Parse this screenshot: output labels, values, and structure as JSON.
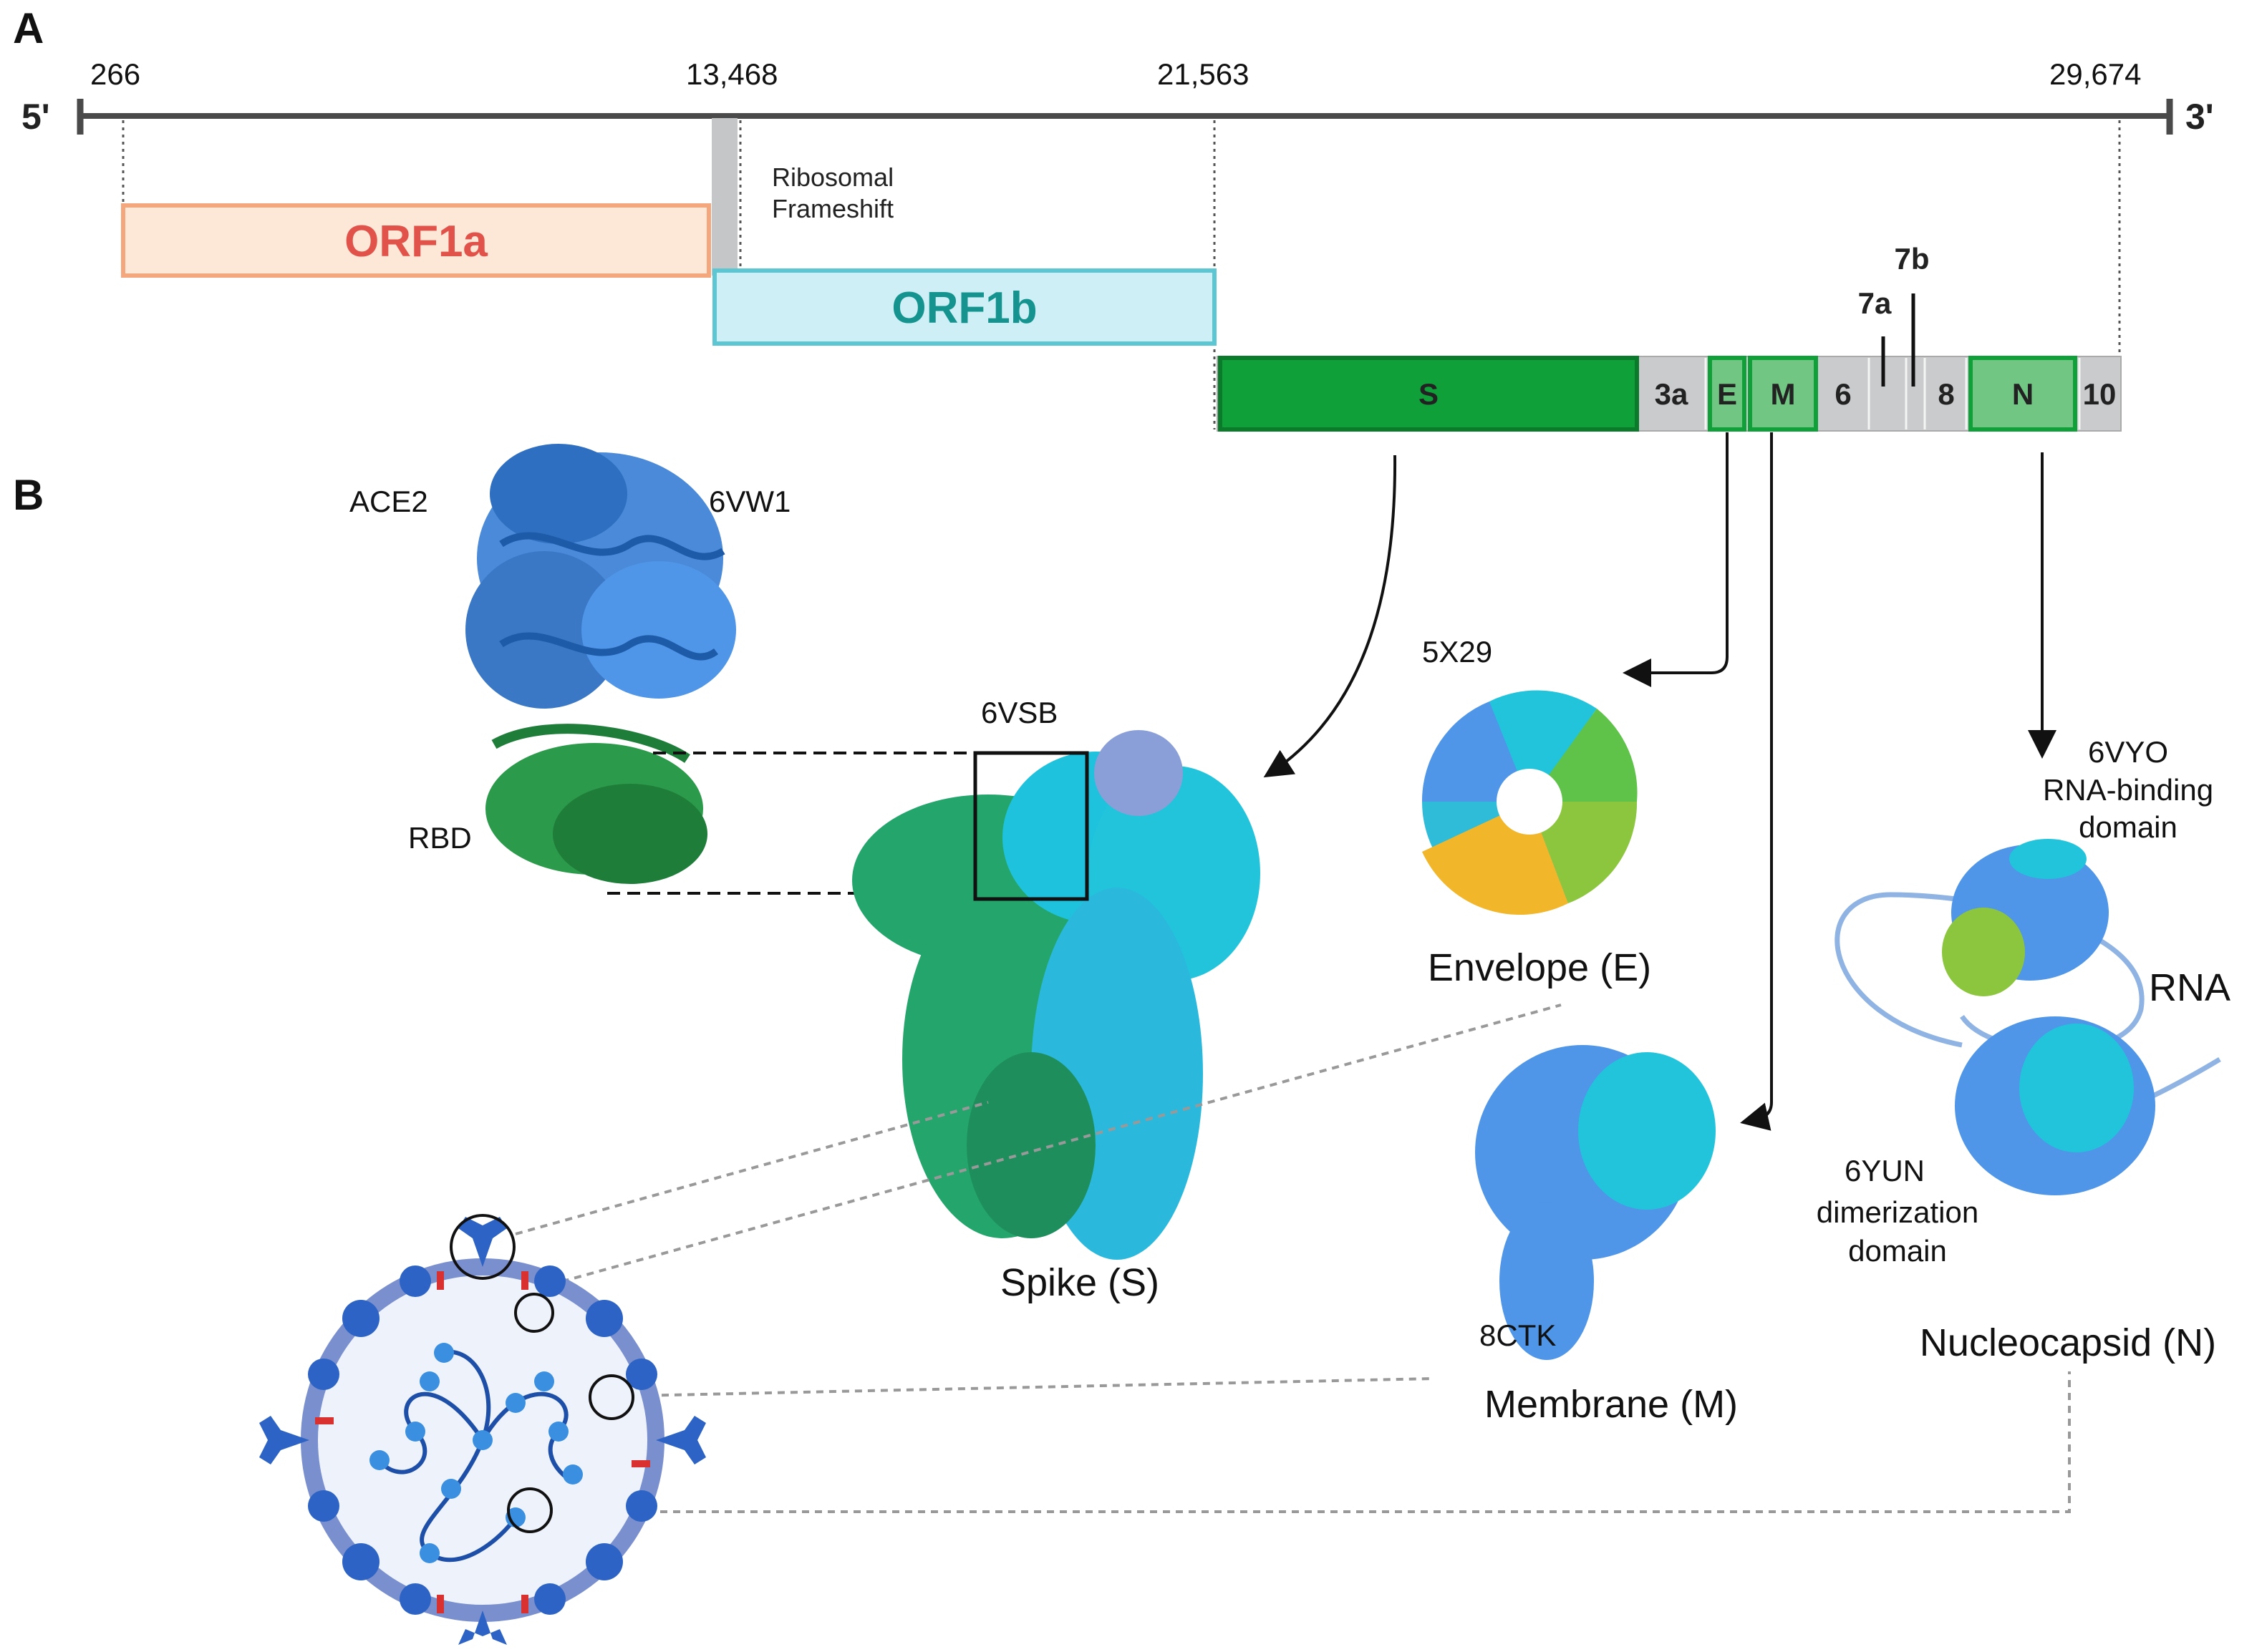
{
  "panels": {
    "a": "A",
    "b": "B"
  },
  "genome": {
    "five_prime": "5'",
    "three_prime": "3'",
    "coordinates": [
      "266",
      "13,468",
      "21,563",
      "29,674"
    ],
    "frameshift_line1": "Ribosomal",
    "frameshift_line2": "Frameshift",
    "orf1a": "ORF1a",
    "orf1b": "ORF1b",
    "genes": {
      "s": "S",
      "3a": "3a",
      "e": "E",
      "m": "M",
      "6": "6",
      "7a": "7a",
      "7b": "7b",
      "8": "8",
      "n": "N",
      "10": "10"
    }
  },
  "structures": {
    "ace2": "ACE2",
    "ace2_pdb": "6VW1",
    "rbd": "RBD",
    "spike_pdb": "6VSB",
    "spike_name": "Spike (S)",
    "envelope_pdb": "5X29",
    "envelope_name": "Envelope (E)",
    "membrane_pdb": "8CTK",
    "membrane_name": "Membrane (M)",
    "n_rbd_pdb": "6VYO",
    "n_rbd_line1": "RNA-binding",
    "n_rbd_line2": "domain",
    "rna": "RNA",
    "n_dim_pdb": "6YUN",
    "n_dim_line1": "dimerization",
    "n_dim_line2": "domain",
    "n_name": "Nucleocapsid (N)"
  },
  "colors": {
    "orf1a_fill": "#fde8d8",
    "orf1a_stroke": "#f4a77c",
    "orf1a_text": "#e0524a",
    "orf1b_fill": "#cdeff5",
    "orf1b_stroke": "#5cc6d3",
    "orf1b_text": "#14938f",
    "spike_green": "#10a03a",
    "structural_green": "#72c683",
    "accessory_gray": "#c9cbcd",
    "ace2_blue": "#2f6fc1",
    "rbd_green": "#2b9a4a",
    "protein_blue": "#4f95e8",
    "protein_cyan": "#22c4dc",
    "rna_line": "#8fb4e3"
  }
}
